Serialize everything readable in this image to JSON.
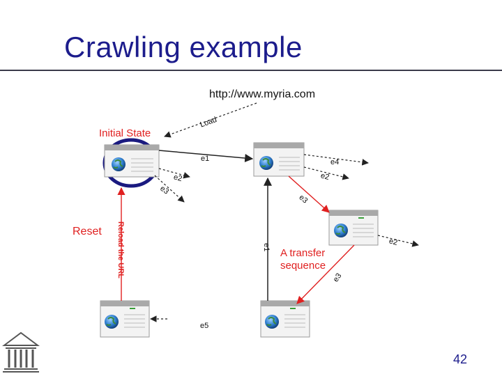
{
  "slide": {
    "title": "Crawling example",
    "page_number": "42"
  },
  "diagram": {
    "url_label": "http://www.myria.com",
    "load_label": "Load",
    "initial_state_label": "Initial State",
    "reset_label": "Reset",
    "reload_label": "Reload the URL",
    "transfer_label_line1": "A transfer",
    "transfer_label_line2": "sequence",
    "edges": {
      "e1_top": "e1",
      "e4": "e4",
      "e2_a": "e2",
      "e3_a": "e3",
      "e2_b": "e2",
      "e3_b": "e3",
      "e2_c": "e2",
      "e1_vert": "e1",
      "e3_c": "e3",
      "e5": "e5"
    },
    "colors": {
      "title": "#1c1c8c",
      "red": "#e02020",
      "circle": "#1a1a80",
      "arrow": "#222222"
    }
  }
}
